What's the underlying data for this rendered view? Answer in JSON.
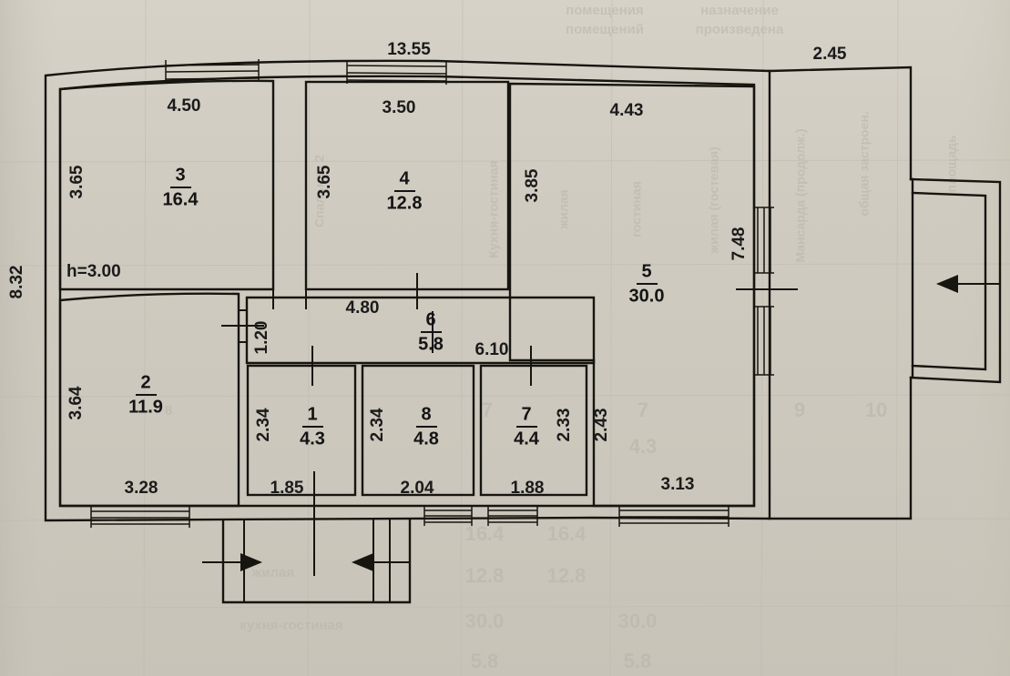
{
  "document": {
    "kind": "apartment-floor-plan",
    "ceiling_height_label": "h=3.00"
  },
  "rooms": [
    {
      "id": "room-1",
      "number": "1",
      "area": "4.3",
      "width": "1.85",
      "height": "2.34"
    },
    {
      "id": "room-2",
      "number": "2",
      "area": "11.9",
      "width": "3.28",
      "height": "3.64"
    },
    {
      "id": "room-3",
      "number": "3",
      "area": "16.4",
      "width": "4.50",
      "height": "3.65"
    },
    {
      "id": "room-4",
      "number": "4",
      "area": "12.8",
      "width": "3.50",
      "height": "3.65"
    },
    {
      "id": "room-5",
      "number": "5",
      "area": "30.0",
      "width": "4.43",
      "height": "3.85"
    },
    {
      "id": "room-6",
      "number": "6",
      "area": "5.8",
      "width": "4.80",
      "height": "1.20"
    },
    {
      "id": "room-7",
      "number": "7",
      "area": "4.4",
      "width": "1.88",
      "height": "2.33"
    },
    {
      "id": "room-8",
      "number": "8",
      "area": "4.8",
      "width": "2.04",
      "height": "2.34"
    }
  ],
  "dimensions": {
    "overall_top": "13.55",
    "overall_left": "8.32",
    "right_wing_top": "2.45",
    "right_wall": "7.48",
    "corridor_run": "6.10",
    "corridor_width": "4.80",
    "corridor_depth": "1.20",
    "hall_bottom": "3.13",
    "hall_side": "2.43",
    "r3_top": "4.50",
    "r3_side": "3.65",
    "r4_top": "3.50",
    "r4_side": "3.65",
    "r5_top": "4.43",
    "r5_side": "3.85",
    "r2_bottom": "3.28",
    "r2_side": "3.64",
    "r1_bottom": "1.85",
    "r1_side": "2.34",
    "r8_bottom": "2.04",
    "r8_side": "2.34",
    "r7_bottom": "1.88",
    "r7_side": "2.33"
  },
  "annotations": {
    "ceiling_height": "h=3.00"
  },
  "ghost_text": {
    "note": "faint bleed-through from reverse side of the paper",
    "items": [
      "16.4",
      "12.8",
      "30.0",
      "5.8",
      "4.3",
      "4.8",
      "7",
      "9",
      "10"
    ]
  },
  "colors": {
    "paper": "#cfcbc0",
    "ink": "#16150f",
    "ghost": "#b9b4a8"
  }
}
